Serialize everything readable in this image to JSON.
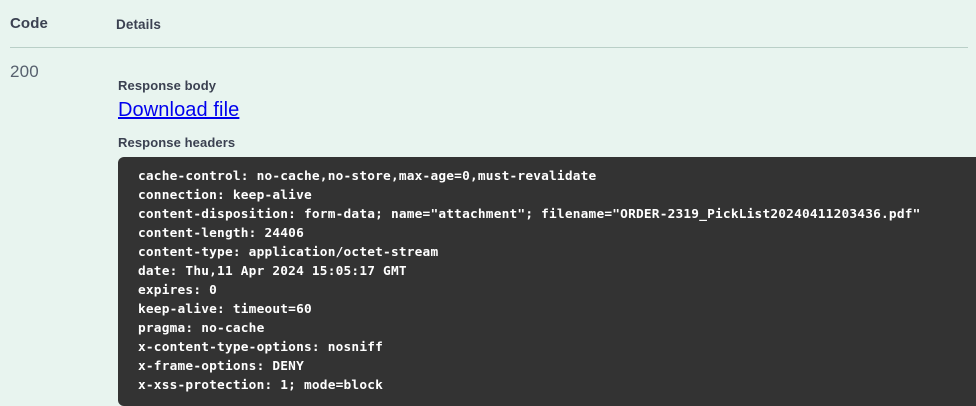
{
  "table": {
    "columns": {
      "code": "Code",
      "details": "Details"
    },
    "row": {
      "status_code": "200",
      "response_body_label": "Response body",
      "download_link": "Download file",
      "response_headers_label": "Response headers",
      "response_headers": [
        "cache-control: no-cache,no-store,max-age=0,must-revalidate",
        "connection: keep-alive",
        "content-disposition: form-data; name=\"attachment\"; filename=\"ORDER-2319_PickList20240411203436.pdf\"",
        "content-length: 24406",
        "content-type: application/octet-stream",
        "date: Thu,11 Apr 2024 15:05:17 GMT",
        "expires: 0",
        "keep-alive: timeout=60",
        "pragma: no-cache",
        "x-content-type-options: nosniff",
        "x-frame-options: DENY",
        "x-xss-protection: 1; mode=block"
      ]
    }
  },
  "colors": {
    "page_background": "#E8F4EF",
    "header_text": "#3B4151",
    "status_code_text": "#57606E",
    "link": "#0000EE",
    "code_block_background": "#333333",
    "code_block_text": "#FFFFFF",
    "divider": "#B9CFC7"
  }
}
